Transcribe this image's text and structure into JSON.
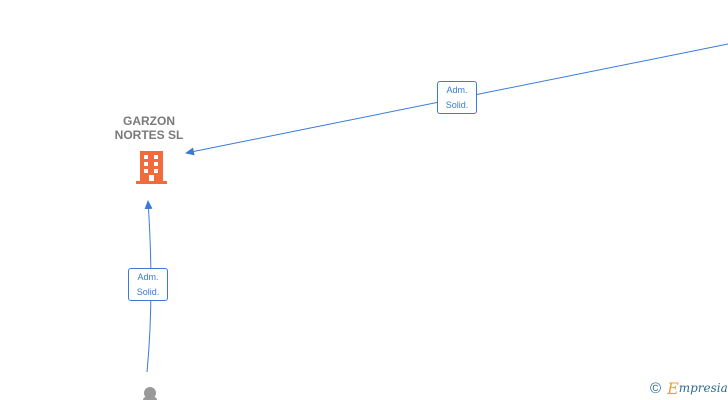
{
  "company": {
    "name_line1": "GARZON",
    "name_line2": "NORTES  SL",
    "icon": "building-icon",
    "color": "#f26b3a"
  },
  "relations": [
    {
      "line1": "Adm.",
      "line2": "Solid."
    },
    {
      "line1": "Adm.",
      "line2": "Solid."
    }
  ],
  "colors": {
    "edge": "#3a7ad6",
    "person_node": "#999999"
  },
  "watermark": {
    "copyright_symbol": "©",
    "brand_initial": "E",
    "brand_rest": "mpresia"
  }
}
